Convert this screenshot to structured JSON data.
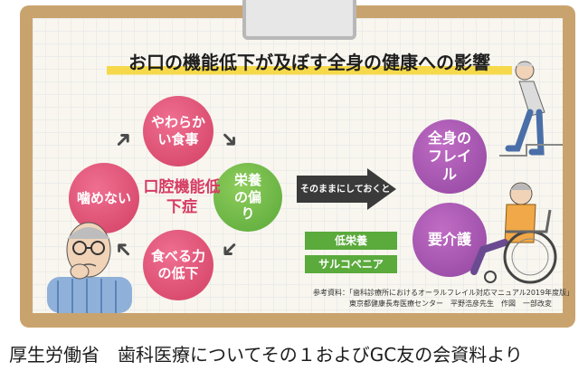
{
  "title": "お口の機能低下が及ぼす全身の健康への影響",
  "cycle": {
    "top": "やわらかい食事",
    "right": "栄養の偏り",
    "bottom": "食べる力の低下",
    "left": "噛めない",
    "center": "口腔機能低下症"
  },
  "arrow_text": "そのままにしておくと",
  "tags": [
    "低栄養",
    "サルコペニア"
  ],
  "outcomes": [
    "全身のフレイル",
    "要介護"
  ],
  "reference": {
    "line1": "参考資料：「歯科診療所におけるオーラルフレイル対応マニュアル2019年度版」",
    "line2": "東京都健康長寿医療センター　平野浩彦先生　作図　一部改変"
  },
  "caption": "厚生労働省　歯科医療についてその１およびGC友の会資料より",
  "colors": {
    "pink": "#d23f63",
    "green": "#5aa93a",
    "purple": "#9146a0",
    "frame": "#c9a36e",
    "highlight": "#f5d94a"
  }
}
